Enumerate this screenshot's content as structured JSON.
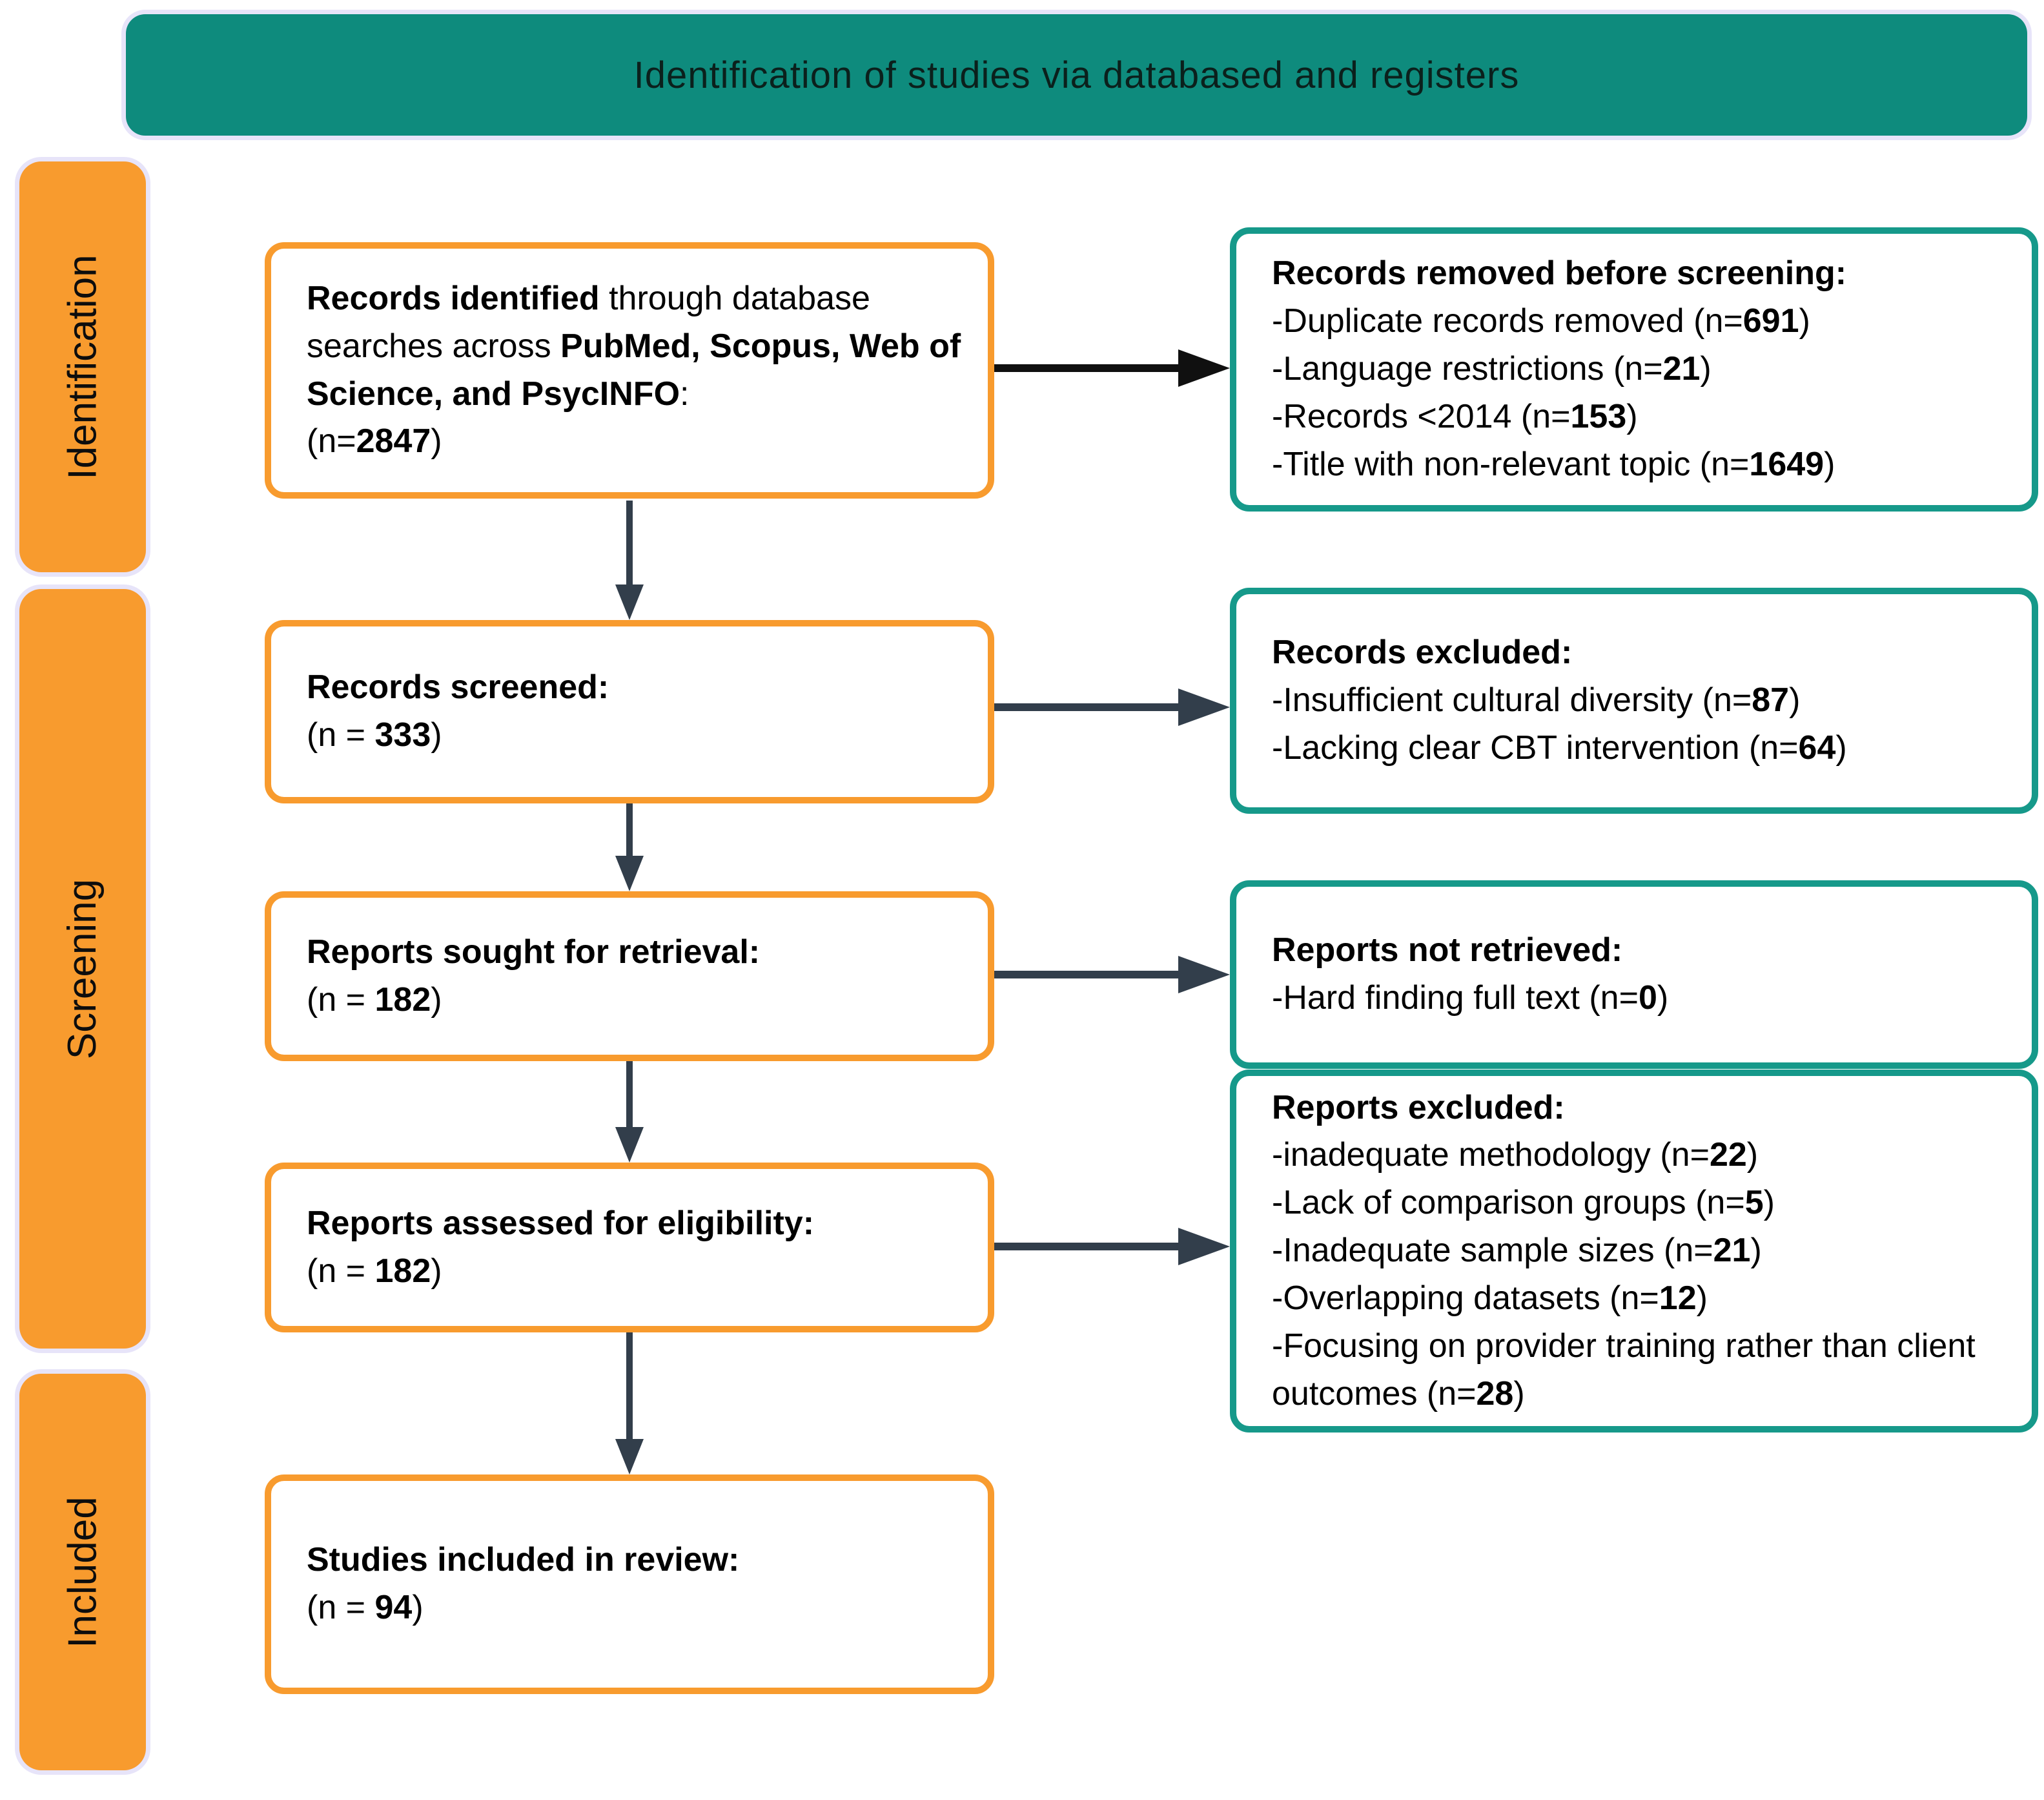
{
  "title": "Identification of studies via databased and registers",
  "stages": [
    {
      "label": "Identification"
    },
    {
      "label": "Screening"
    },
    {
      "label": "Included"
    }
  ],
  "flow": {
    "records_identified": {
      "text": [
        {
          "t": "Records identified",
          "b": true
        },
        {
          "t": " through database searches across "
        },
        {
          "t": "PubMed, Scopus, Web of Science, and PsycINFO",
          "b": true
        },
        {
          "t": ":"
        },
        {
          "br": true
        },
        {
          "t": "(n="
        },
        {
          "t": "2847",
          "b": true
        },
        {
          "t": ")"
        }
      ]
    },
    "records_screened": {
      "line1": [
        {
          "t": "Records screened:",
          "b": true
        }
      ],
      "line2": [
        {
          "t": "(n = "
        },
        {
          "t": "333",
          "b": true
        },
        {
          "t": ")"
        }
      ]
    },
    "reports_sought": {
      "line1": [
        {
          "t": "Reports sought for retrieval:",
          "b": true
        }
      ],
      "line2": [
        {
          "t": "(n = "
        },
        {
          "t": "182",
          "b": true
        },
        {
          "t": ")"
        }
      ]
    },
    "reports_assessed": {
      "line1": [
        {
          "t": "Reports assessed for eligibility:",
          "b": true
        }
      ],
      "line2": [
        {
          "t": "(n = "
        },
        {
          "t": "182",
          "b": true
        },
        {
          "t": ")"
        }
      ]
    },
    "studies_included": {
      "line1": [
        {
          "t": "Studies included in review:",
          "b": true
        }
      ],
      "line2": [
        {
          "t": "(n = "
        },
        {
          "t": "94",
          "b": true
        },
        {
          "t": ")"
        }
      ]
    }
  },
  "exclusions": {
    "records_removed": {
      "title": [
        {
          "t": "Records removed before screening:",
          "b": true
        }
      ],
      "items": [
        [
          {
            "t": "-Duplicate records removed (n="
          },
          {
            "t": "691",
            "b": true
          },
          {
            "t": ")"
          }
        ],
        [
          {
            "t": "-Language restrictions (n="
          },
          {
            "t": "21",
            "b": true
          },
          {
            "t": ")"
          }
        ],
        [
          {
            "t": "-Records <2014 (n="
          },
          {
            "t": "153",
            "b": true
          },
          {
            "t": ")"
          }
        ],
        [
          {
            "t": "-Title with non-relevant topic (n="
          },
          {
            "t": "1649",
            "b": true
          },
          {
            "t": ")"
          }
        ]
      ]
    },
    "records_excluded": {
      "title": [
        {
          "t": "Records excluded:",
          "b": true
        }
      ],
      "items": [
        [
          {
            "t": "-Insufficient cultural diversity (n="
          },
          {
            "t": "87",
            "b": true
          },
          {
            "t": ")"
          }
        ],
        [
          {
            "t": "-Lacking clear CBT intervention (n="
          },
          {
            "t": "64",
            "b": true
          },
          {
            "t": ")"
          }
        ]
      ]
    },
    "reports_not_retrieved": {
      "title": [
        {
          "t": "Reports not retrieved:",
          "b": true
        }
      ],
      "items": [
        [
          {
            "t": "-Hard finding full text (n="
          },
          {
            "t": "0",
            "b": true
          },
          {
            "t": ")"
          }
        ]
      ]
    },
    "reports_excluded": {
      "title": [
        {
          "t": "Reports excluded:",
          "b": true
        }
      ],
      "items": [
        [
          {
            "t": "-inadequate methodology (n="
          },
          {
            "t": "22",
            "b": true
          },
          {
            "t": ")"
          }
        ],
        [
          {
            "t": "-Lack of comparison groups (n="
          },
          {
            "t": "5",
            "b": true
          },
          {
            "t": ")"
          }
        ],
        [
          {
            "t": "-Inadequate sample sizes (n="
          },
          {
            "t": "21",
            "b": true
          },
          {
            "t": ")"
          }
        ],
        [
          {
            "t": "-Overlapping datasets (n="
          },
          {
            "t": "12",
            "b": true
          },
          {
            "t": ")"
          }
        ],
        [
          {
            "t": "-Focusing on provider training rather than client outcomes (n="
          },
          {
            "t": "28",
            "b": true
          },
          {
            "t": ")"
          }
        ]
      ]
    }
  },
  "colors": {
    "header_fill": "#0E8B7D",
    "teal_border": "#16998A",
    "orange": "#F89B2E",
    "arrow_dark": "#323E4B",
    "arrow_black": "#101010",
    "halo": "#E7E4F9",
    "text": "#000000"
  }
}
